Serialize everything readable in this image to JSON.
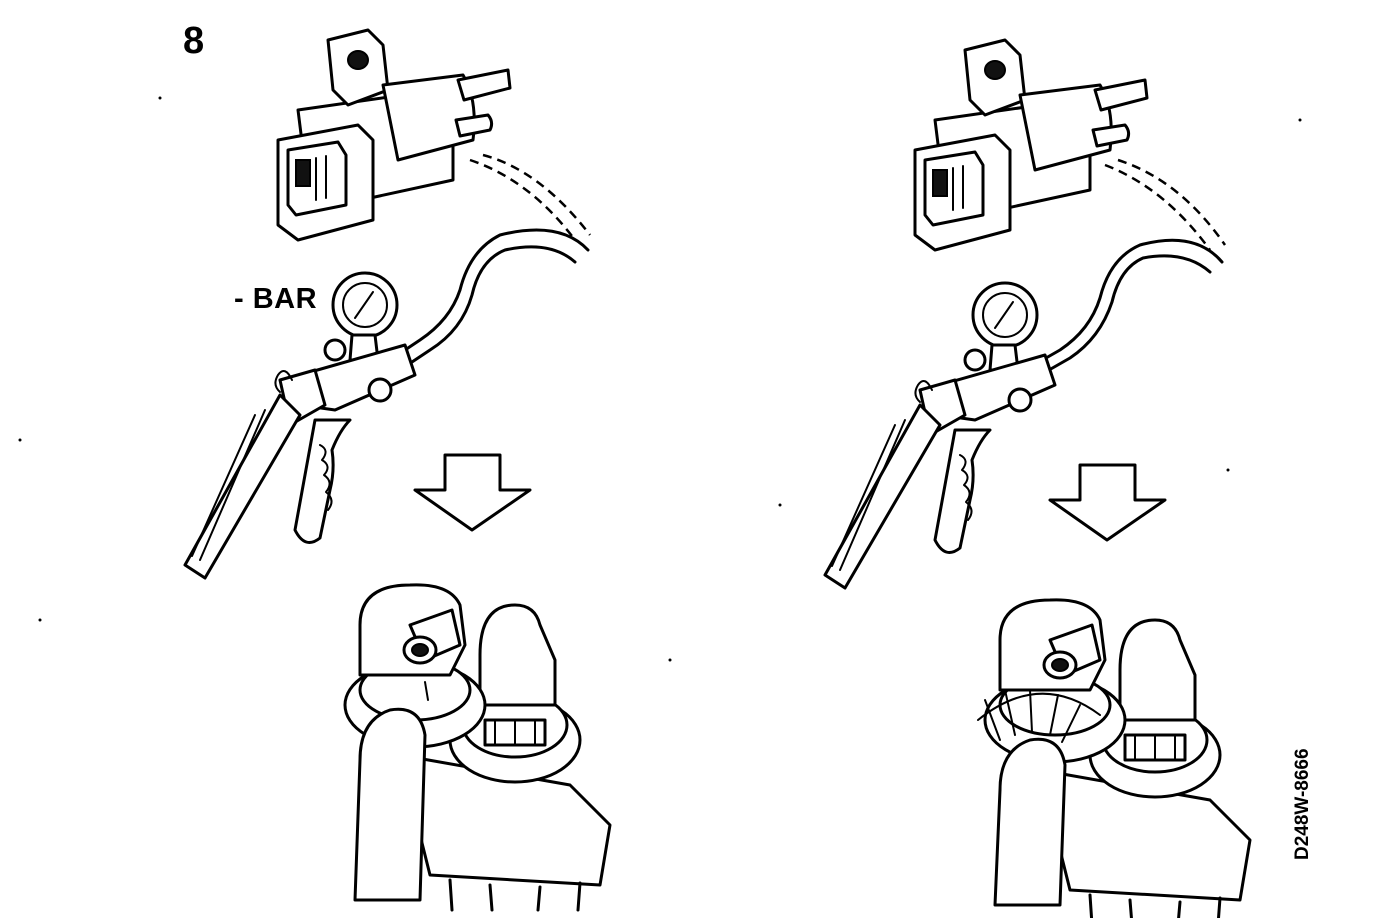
{
  "step_number": "8",
  "gauge_label": "- BAR",
  "figure_code": "D248W-8666",
  "panels": [
    {
      "side": "left",
      "depiction": "valve-closed"
    },
    {
      "side": "right",
      "depiction": "valve-open-hose-deformed"
    }
  ]
}
